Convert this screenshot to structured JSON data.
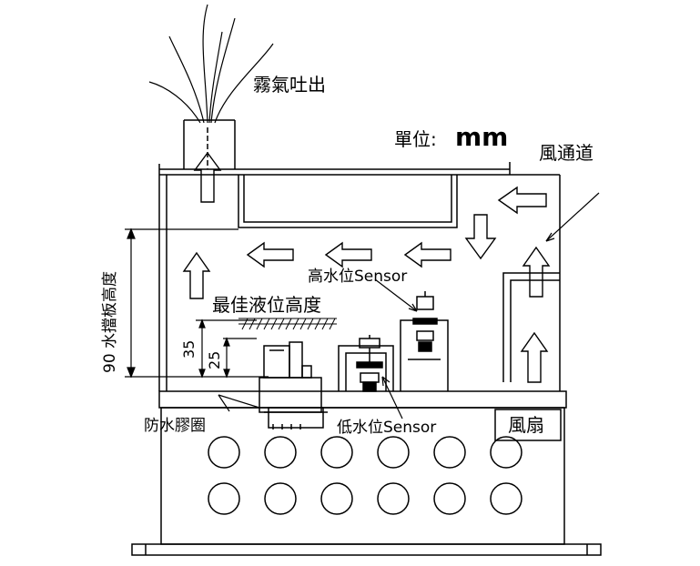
{
  "labels": {
    "mist_output": "霧氣吐出",
    "unit_prefix": "單位:",
    "unit_value": "mm",
    "air_channel": "風通道",
    "high_sensor": "高水位Sensor",
    "optimal_level": "最佳液位高度",
    "waterproof_ring": "防水膠圈",
    "low_sensor": "低水位Sensor",
    "fan": "風扇",
    "baffle_height": "90 水擋板高度"
  },
  "dimensions": {
    "baffle": "90",
    "level_35": "35",
    "level_25": "25"
  },
  "colors": {
    "line": "#000000",
    "background": "#ffffff"
  }
}
